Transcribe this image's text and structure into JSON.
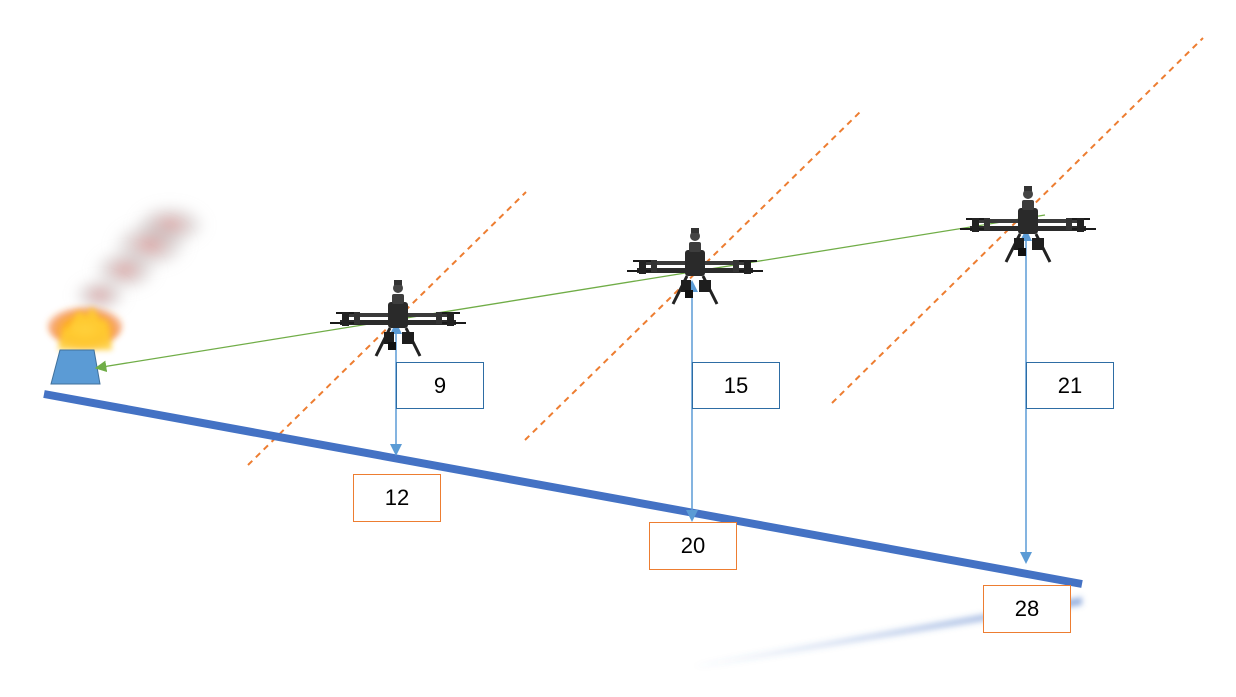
{
  "colors": {
    "ground": "#4472c4",
    "distance_line": "#5b9bd5",
    "dashed_line": "#ed7d31",
    "sightline": "#70ad47",
    "target": "#5b9bd5",
    "blue_box_border": "#2e6da4",
    "orange_box_border": "#ed7d31"
  },
  "icons": {
    "drone": "drone-icon",
    "fire": "fire-icon",
    "target": "target-base-icon"
  },
  "drones": [
    {
      "height_label": "9",
      "ground_label": "12"
    },
    {
      "height_label": "15",
      "ground_label": "20"
    },
    {
      "height_label": "21",
      "ground_label": "28"
    }
  ]
}
